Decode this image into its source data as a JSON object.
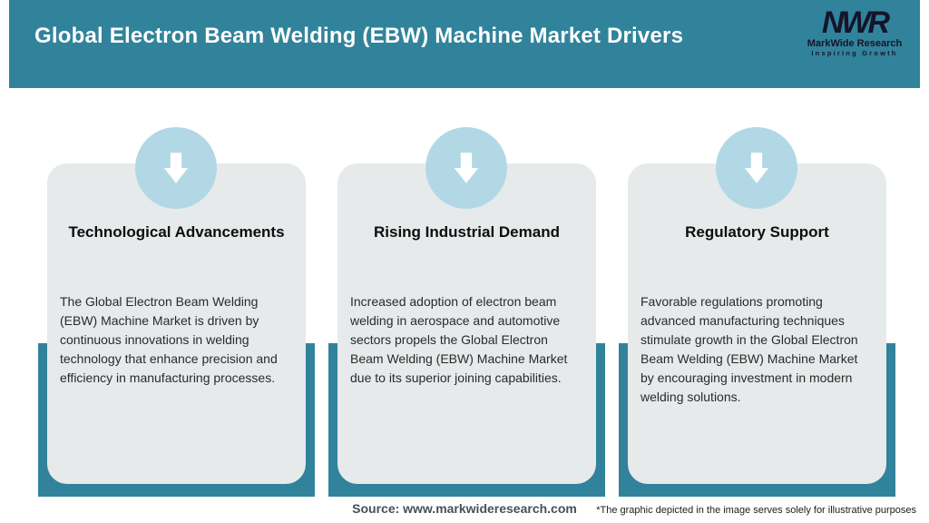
{
  "header": {
    "title": "Global Electron Beam Welding (EBW) Machine Market Drivers",
    "logo": {
      "mark": "NWR",
      "name": "MarkWide Research",
      "tagline": "Inspiring Growth"
    }
  },
  "cards": [
    {
      "icon": "arrow-down-icon",
      "title": "Technological Advancements",
      "body": "The Global Electron Beam Welding (EBW) Machine Market is driven by continuous innovations in welding technology that enhance precision and efficiency in manufacturing processes."
    },
    {
      "icon": "arrow-down-icon",
      "title": "Rising Industrial Demand",
      "body": "Increased adoption of electron beam welding in aerospace and automotive sectors propels the Global Electron Beam Welding (EBW) Machine Market due to its superior joining capabilities."
    },
    {
      "icon": "arrow-down-icon",
      "title": "Regulatory Support",
      "body": "Favorable regulations promoting advanced manufacturing techniques stimulate growth in the Global Electron Beam Welding (EBW) Machine Market by encouraging investment in modern welding solutions."
    }
  ],
  "footer": {
    "source": "Source: www.markwideresearch.com",
    "disclaimer": "*The graphic depicted in the image serves solely for illustrative purposes"
  },
  "colors": {
    "teal": "#31839B",
    "card_bg": "#E6EAEB",
    "icon_circle": "#B2D8E6",
    "logo_dark": "#14142B",
    "title_text": "#FFFFFF"
  }
}
